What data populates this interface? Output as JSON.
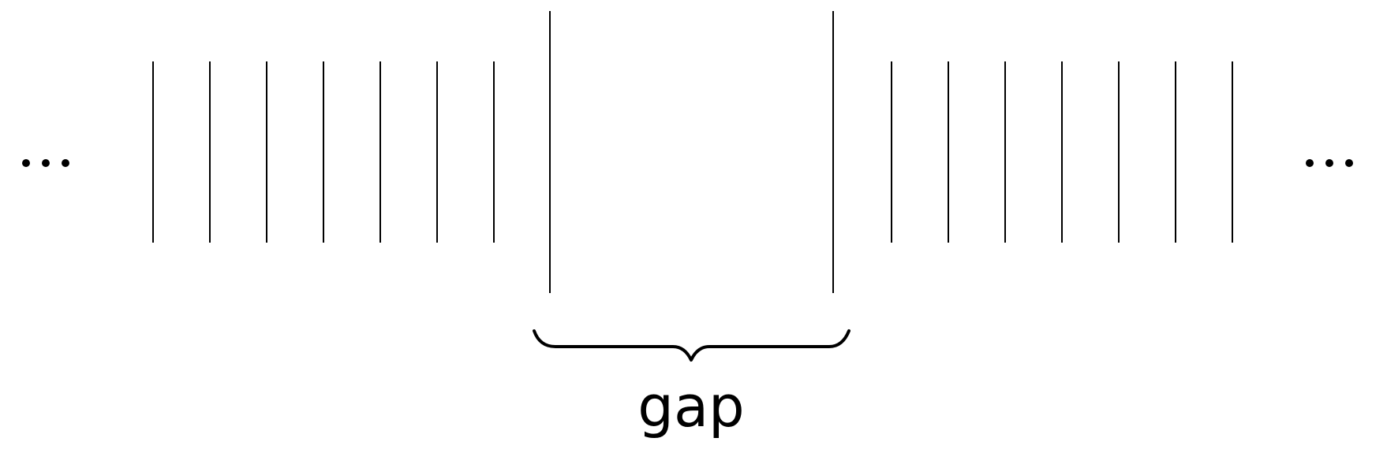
{
  "diagram": {
    "left_ellipsis": "…",
    "right_ellipsis": "…",
    "gap_label": "gap",
    "left_group_tick_count": 7,
    "right_group_tick_count": 7,
    "colors": {
      "line": "#000000",
      "background": "#ffffff"
    }
  }
}
